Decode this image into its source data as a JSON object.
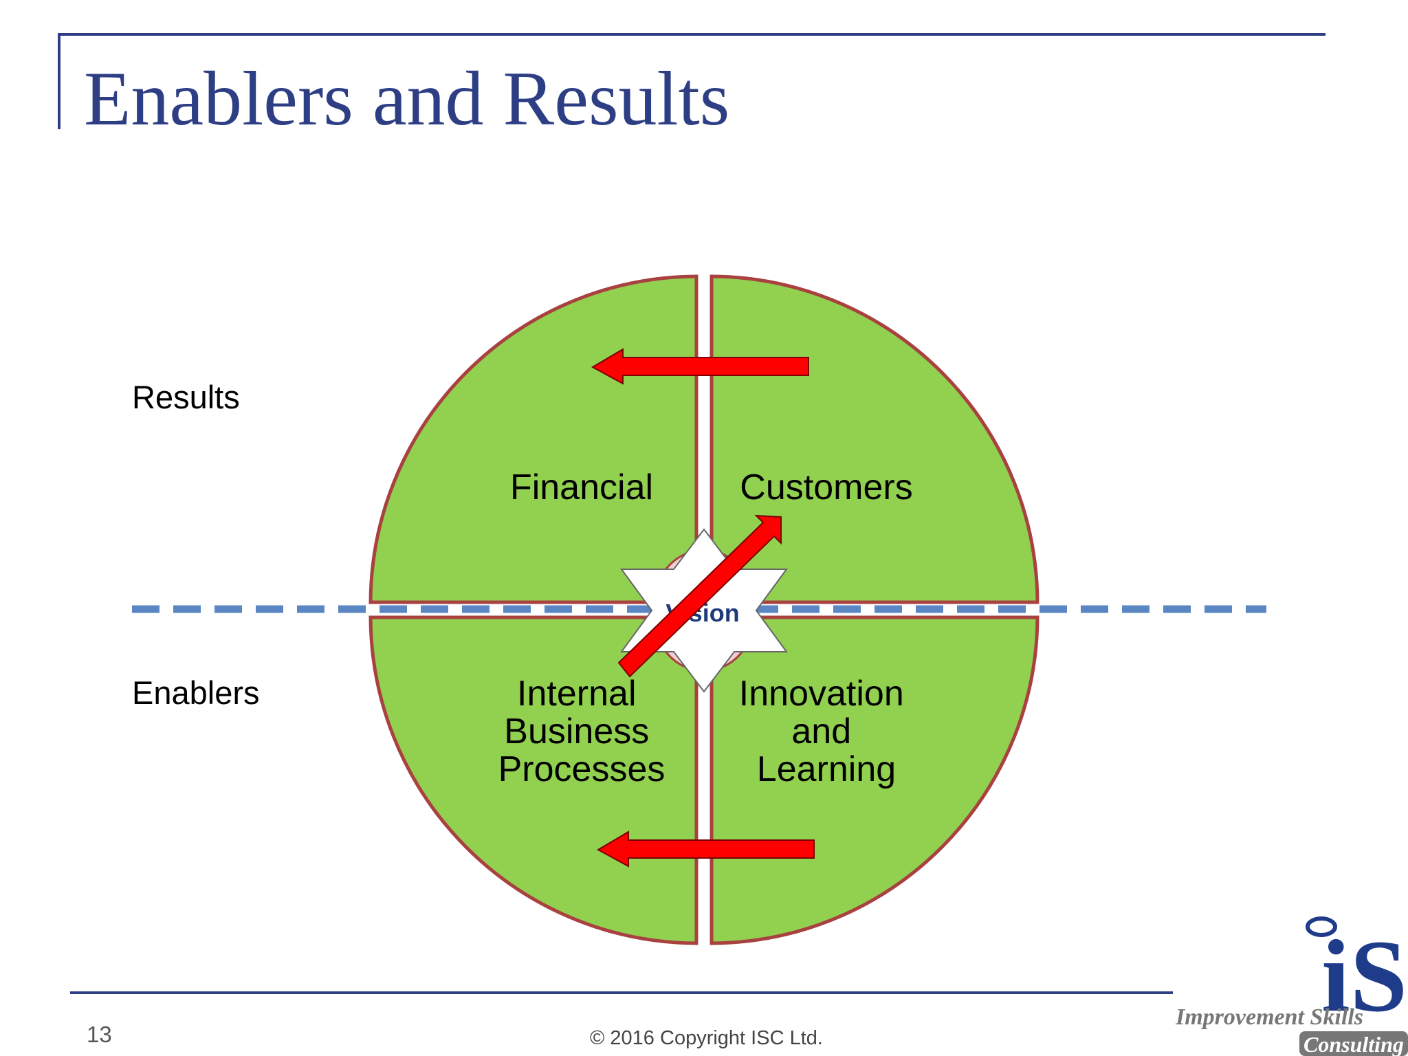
{
  "slide": {
    "title": "Enablers and Results",
    "page_number": "13",
    "copyright": "© 2016 Copyright ISC Ltd."
  },
  "labels": {
    "results": "Results",
    "enablers": "Enablers"
  },
  "quadrants": {
    "top_left": [
      "Financial"
    ],
    "top_right": [
      "Customers"
    ],
    "bottom_left": [
      "Internal",
      "Business",
      "Processes"
    ],
    "bottom_right": [
      "Innovation",
      "and",
      "Learning"
    ]
  },
  "center": {
    "label": "Vision"
  },
  "logo": {
    "mark": "iS",
    "line1": "Improvement Skills",
    "line2": "Consulting"
  },
  "colors": {
    "title": "#2e3e84",
    "frame": "#2e3e84",
    "quadrant_fill": "#92d050",
    "quadrant_stroke": "#a8413f",
    "arrow_fill": "#ff0000",
    "arrow_stroke": "#7a0000",
    "divider": "#5b86c4",
    "vision_text": "#1f3a7a",
    "vision_circle": "#f2d0d0",
    "logo_blue": "#1e3c8a",
    "logo_gray": "#777777"
  }
}
